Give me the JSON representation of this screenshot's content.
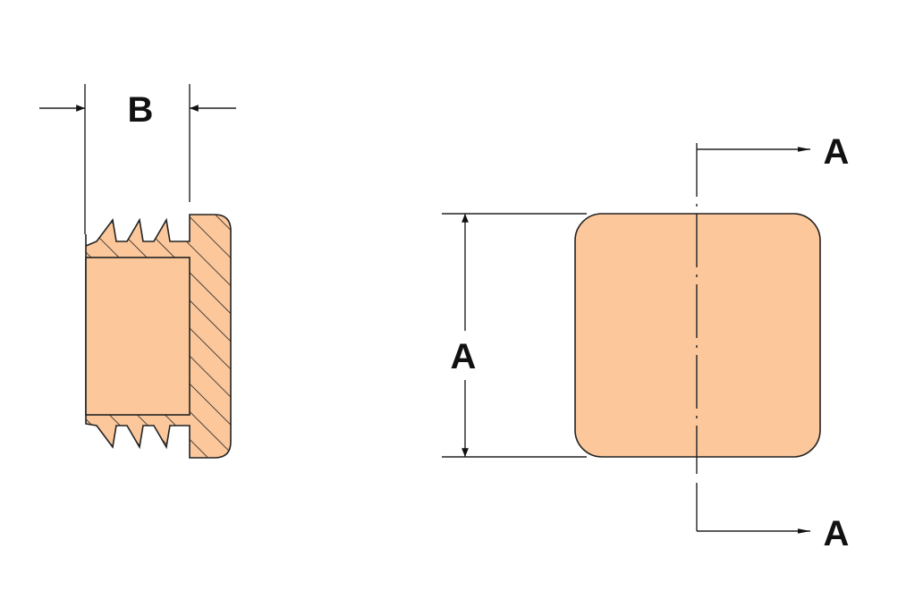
{
  "labels": {
    "width_dimension": "B",
    "height_dimension": "A",
    "section_top": "A",
    "section_bottom": "A"
  },
  "colors": {
    "body_fill": "#FBC79B",
    "outline": "#222222",
    "hatch": "#222222",
    "background": "#FFFFFF"
  }
}
